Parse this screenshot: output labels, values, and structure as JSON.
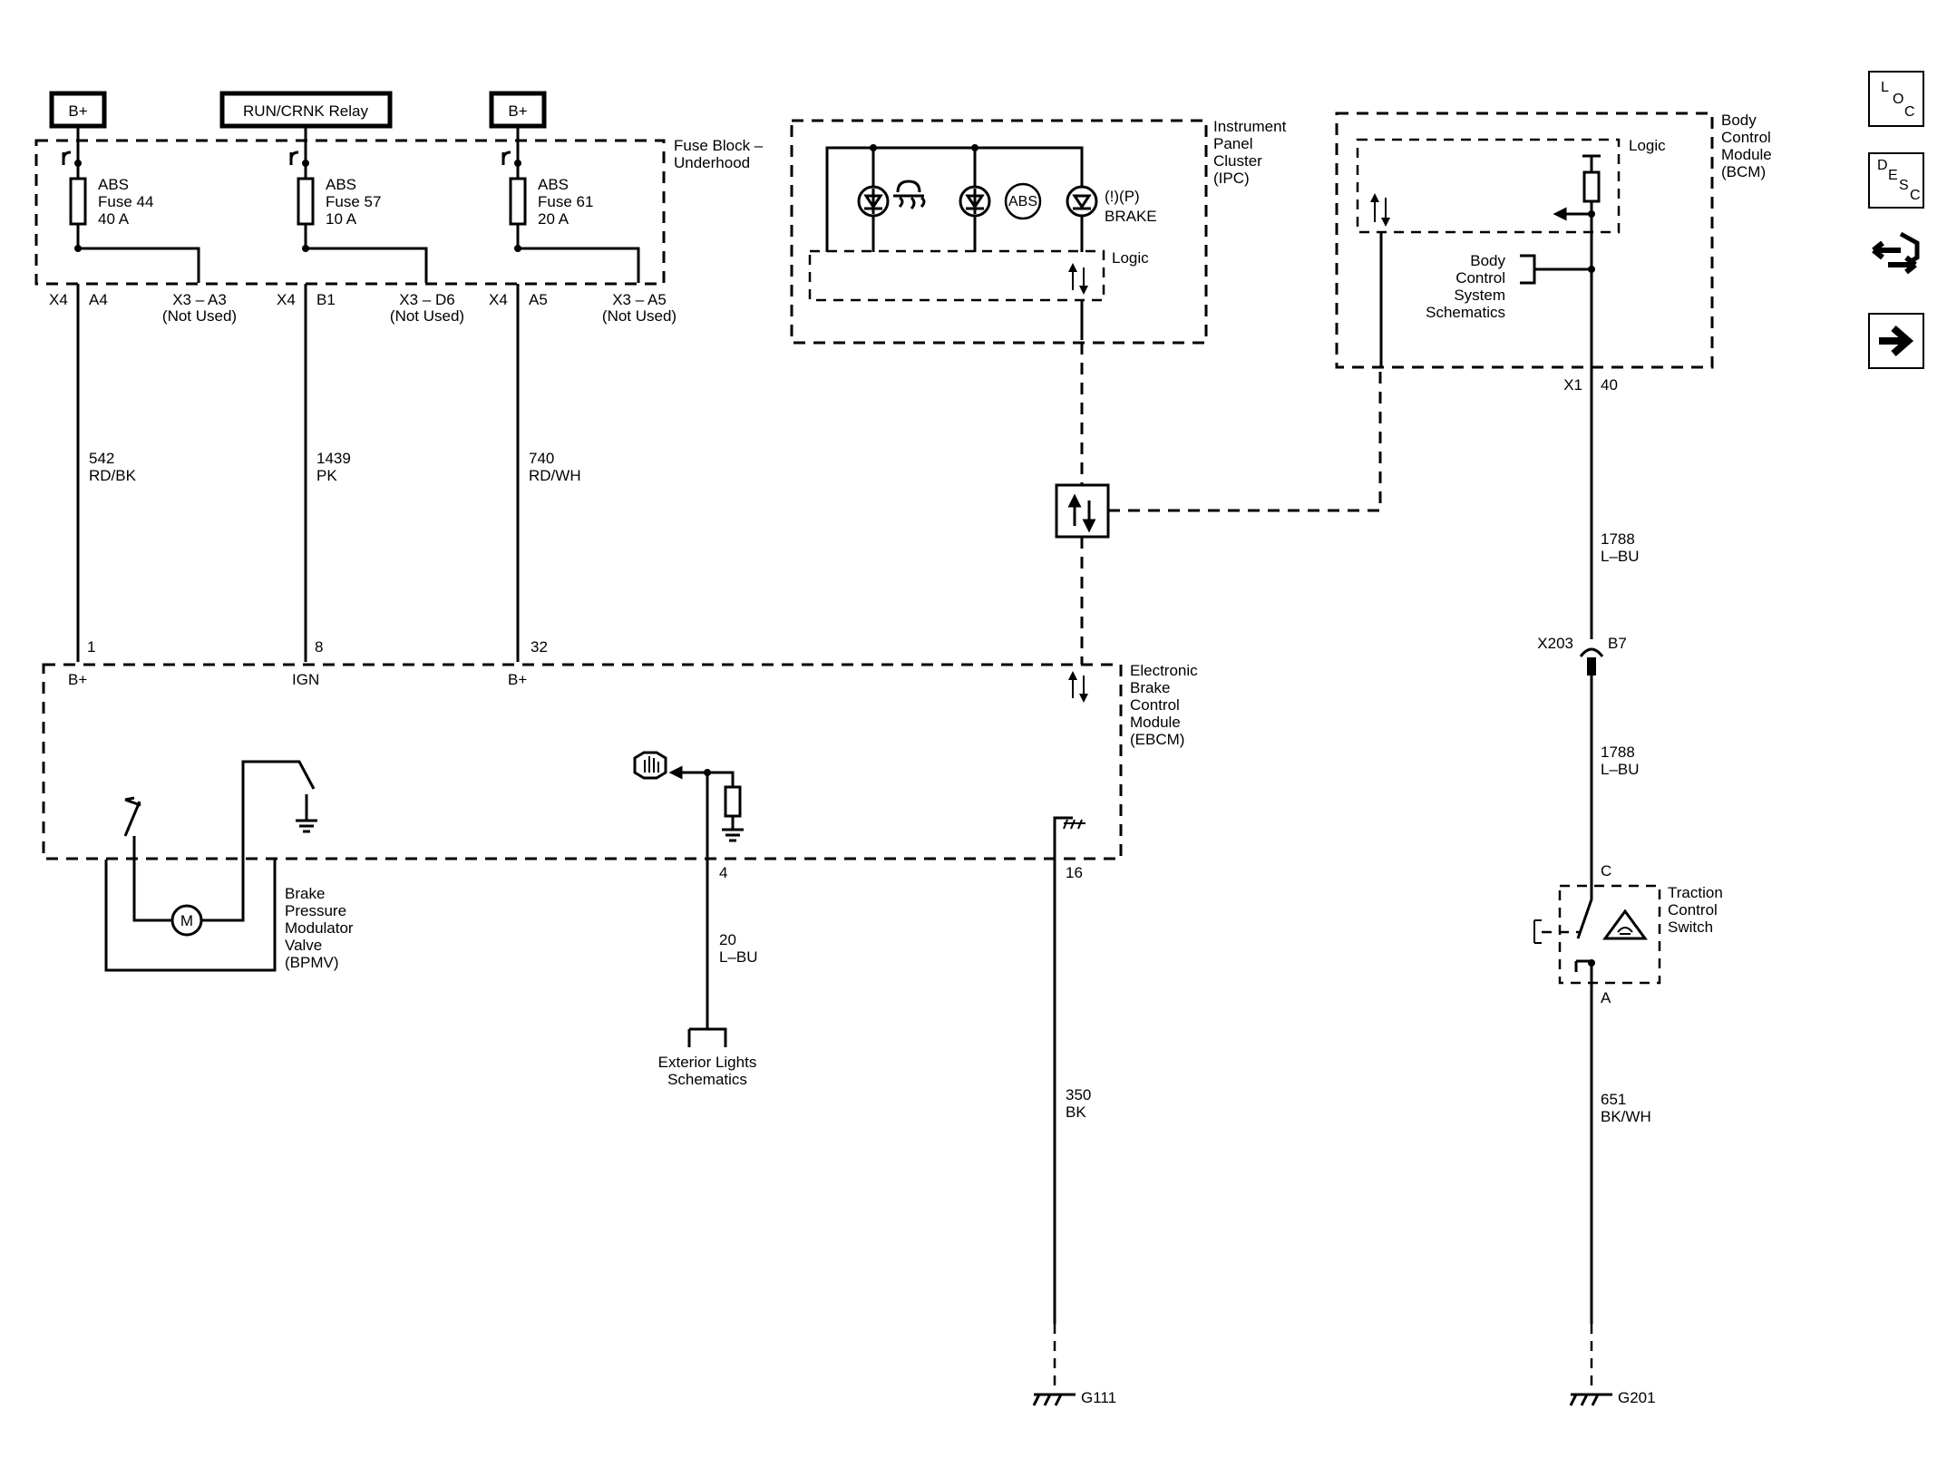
{
  "sources": {
    "bplus_left": "B+",
    "run_crnk": "RUN/CRNK Relay",
    "bplus_right": "B+"
  },
  "fuse_block": {
    "line1": "Fuse Block –",
    "line2": "Underhood"
  },
  "fuses": [
    {
      "name": "ABS",
      "fuse": "Fuse 44",
      "amps": "40 A",
      "conn": "X4",
      "pin": "A4",
      "unused": "X3 – A3",
      "not_used": "(Not Used)",
      "circuit": "542",
      "color": "RD/BK",
      "ebcm_pin": "1",
      "ebcm_label": "B+"
    },
    {
      "name": "ABS",
      "fuse": "Fuse 57",
      "amps": "10 A",
      "conn": "X4",
      "pin": "B1",
      "unused": "X3 – D6",
      "not_used": "(Not Used)",
      "circuit": "1439",
      "color": "PK",
      "ebcm_pin": "8",
      "ebcm_label": "IGN"
    },
    {
      "name": "ABS",
      "fuse": "Fuse 61",
      "amps": "20 A",
      "conn": "X4",
      "pin": "A5",
      "unused": "X3 – A5",
      "not_used": "(Not Used)",
      "circuit": "740",
      "color": "RD/WH",
      "ebcm_pin": "32",
      "ebcm_label": "B+"
    }
  ],
  "ipc": {
    "l1": "Instrument",
    "l2": "Panel",
    "l3": "Cluster",
    "l4": "(IPC)",
    "logic": "Logic",
    "abs_text": "ABS",
    "brake_text": "BRAKE",
    "brake_symbols": "(!)(P)"
  },
  "bcm": {
    "l1": "Body",
    "l2": "Control",
    "l3": "Module",
    "l4": "(BCM)",
    "logic": "Logic",
    "conn": "X1",
    "pin": "40",
    "ref1": "Body",
    "ref2": "Control",
    "ref3": "System",
    "ref4": "Schematics"
  },
  "bcm_circuit_top": {
    "circuit": "1788",
    "color": "L–BU"
  },
  "inline": {
    "conn": "X203",
    "pin": "B7"
  },
  "bcm_circuit_bottom": {
    "circuit": "1788",
    "color": "L–BU"
  },
  "traction": {
    "l1": "Traction",
    "l2": "Control",
    "l3": "Switch",
    "pin_top": "C",
    "pin_bottom": "A"
  },
  "switch_ground": {
    "circuit": "651",
    "color": "BK/WH",
    "ground": "G201"
  },
  "ebcm": {
    "l1": "Electronic",
    "l2": "Brake",
    "l3": "Control",
    "l4": "Module",
    "l5": "(EBCM)"
  },
  "bpmv": {
    "l1": "Brake",
    "l2": "Pressure",
    "l3": "Modulator",
    "l4": "Valve",
    "l5": "(BPMV)",
    "motor": "M"
  },
  "stoplamp": {
    "pin": "4",
    "circuit": "20",
    "color": "L–BU",
    "ref1": "Exterior Lights",
    "ref2": "Schematics"
  },
  "ebcm_ground": {
    "pin": "16",
    "circuit": "350",
    "color": "BK",
    "ground": "G111"
  },
  "nav": {
    "loc": [
      "L",
      "O",
      "C"
    ],
    "desc": [
      "D",
      "E",
      "S",
      "C"
    ],
    "icons": [
      "connector-icon",
      "next-arrow-icon"
    ]
  }
}
